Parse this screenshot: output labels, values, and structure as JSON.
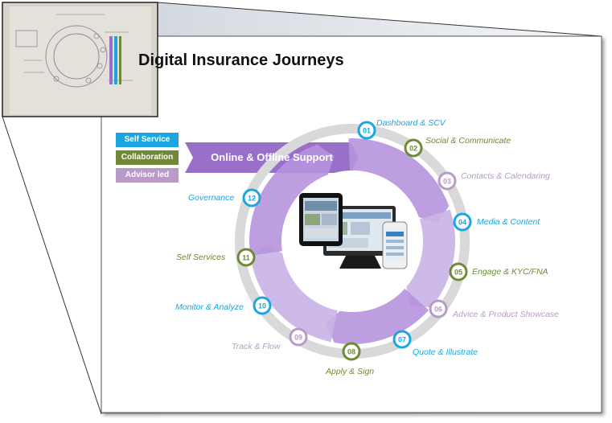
{
  "title": "Digital Insurance Journeys",
  "legend": [
    {
      "label": "Self Service",
      "color": "#1aa7e0"
    },
    {
      "label": "Collaboration",
      "color": "#6e8a36"
    },
    {
      "label": "Advisor led",
      "color": "#b99ac9"
    }
  ],
  "banner": {
    "label": "Online & Offline Support",
    "color": "#9a6fc9"
  },
  "steps": [
    {
      "number": "01",
      "label": "Dashboard & SCV",
      "type": "Self Service"
    },
    {
      "number": "02",
      "label": "Social & Communicate",
      "type": "Collaboration"
    },
    {
      "number": "03",
      "label": "Contacts & Calendaring",
      "type": "Advisor led"
    },
    {
      "number": "04",
      "label": "Media & Content",
      "type": "Self Service"
    },
    {
      "number": "05",
      "label": "Engage & KYC/FNA",
      "type": "Collaboration"
    },
    {
      "number": "06",
      "label": "Advice & Product Showcase",
      "type": "Advisor led"
    },
    {
      "number": "07",
      "label": "Quote & Illustrate",
      "type": "Self Service"
    },
    {
      "number": "08",
      "label": "Apply & Sign",
      "type": "Collaboration"
    },
    {
      "number": "09",
      "label": "Track & Flow",
      "type": "Advisor led"
    },
    {
      "number": "10",
      "label": "Monitor & Analyze",
      "type": "Self Service"
    },
    {
      "number": "11",
      "label": "Self Services",
      "type": "Collaboration"
    },
    {
      "number": "12",
      "label": "Governance",
      "type": "Self Service"
    }
  ],
  "accent_bars": [
    "#9a6fc9",
    "#1aa7e0",
    "#6e8a36"
  ],
  "icons": [
    "sketch-thumbnail-icon",
    "devices-icon"
  ]
}
